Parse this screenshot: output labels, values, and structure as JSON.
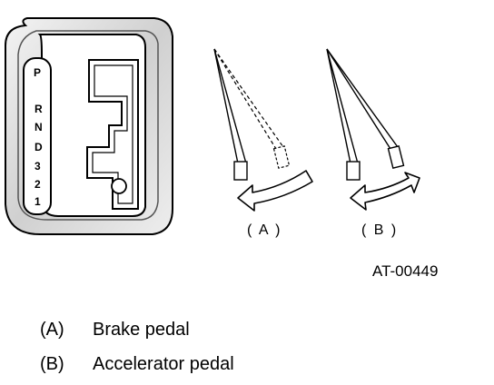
{
  "shifter": {
    "gears": [
      "P",
      "R",
      "N",
      "D",
      "3",
      "2",
      "1"
    ]
  },
  "figures": {
    "a_label": "( A )",
    "b_label": "( B )",
    "code": "AT-00449"
  },
  "legend": [
    {
      "key": "(A)",
      "text": "Brake pedal"
    },
    {
      "key": "(B)",
      "text": "Accelerator pedal"
    }
  ]
}
